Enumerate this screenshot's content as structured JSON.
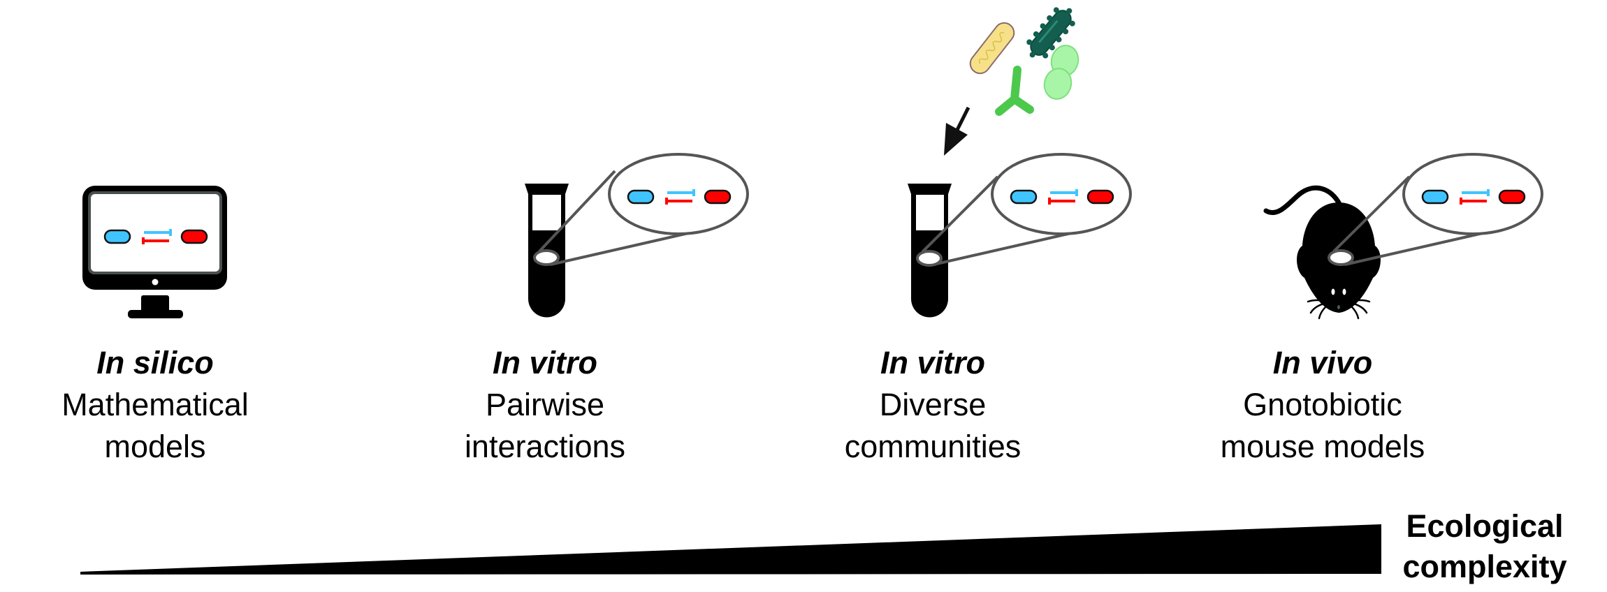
{
  "figure": {
    "colors": {
      "species_a": "#40c4ff",
      "species_b": "#ff0000",
      "icon": "#000000",
      "zoom_outline": "#555555",
      "rod_yellow": "#f7e08a",
      "rod_dark_green": "#135e4f",
      "branch_green": "#4cc94c",
      "cocci_light_green": "#a8f5a8"
    },
    "panels": [
      {
        "id": "in-silico",
        "title": "In silico",
        "subtitle_line1": "Mathematical",
        "subtitle_line2": "models",
        "icon": "computer-monitor-icon"
      },
      {
        "id": "in-vitro-pairwise",
        "title": "In vitro",
        "subtitle_line1": "Pairwise",
        "subtitle_line2": "interactions",
        "icon": "test-tube-icon"
      },
      {
        "id": "in-vitro-diverse",
        "title": "In vitro",
        "subtitle_line1": "Diverse",
        "subtitle_line2": "communities",
        "icon": "test-tube-icon"
      },
      {
        "id": "in-vivo",
        "title": "In vivo",
        "subtitle_line1": "Gnotobiotic",
        "subtitle_line2": "mouse models",
        "icon": "mouse-icon"
      }
    ],
    "interaction_motif": {
      "left_cell": "blue-bacterium",
      "right_cell": "red-bacterium",
      "relation": "mutual inhibition"
    },
    "added_microbes": [
      "yellow-rod-bacterium",
      "dark-green-spiky-rod-bacterium",
      "green-branched-bacterium",
      "light-green-diplococcus"
    ],
    "gradient_axis": {
      "line1": "Ecological",
      "line2": "complexity",
      "direction": "increasing left-to-right"
    }
  }
}
